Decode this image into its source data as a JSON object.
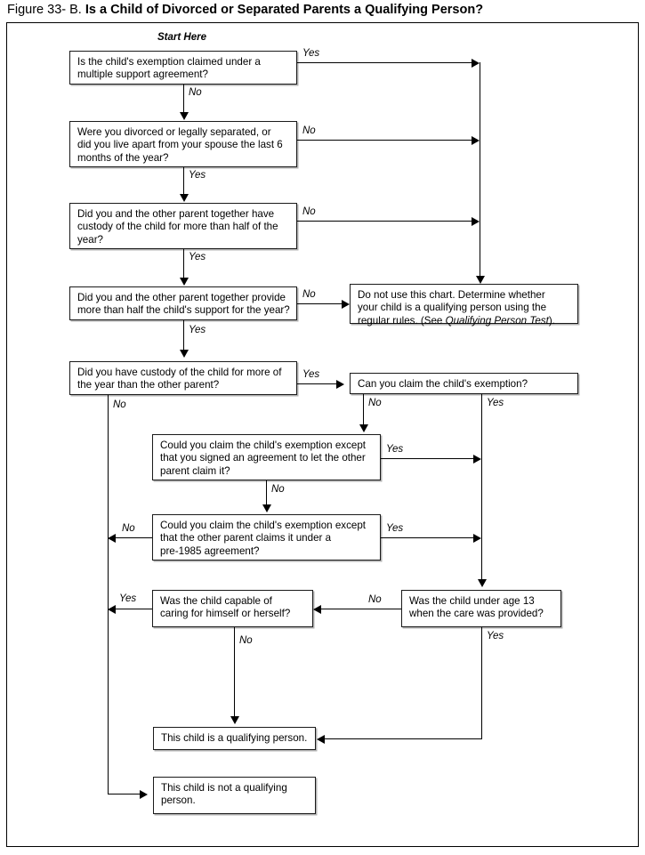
{
  "title": {
    "figure_number": "Figure 33- B.",
    "heading": "Is a Child of Divorced or Separated Parents a Qualifying Person?"
  },
  "chart_data": {
    "type": "flowchart",
    "title": "Figure 33- B. Is a Child of Divorced or Separated Parents a Qualifying Person?",
    "start_label": "Start Here",
    "nodes": [
      {
        "id": "q1",
        "kind": "decision",
        "lines": [
          "Is the child's exemption claimed under a",
          "multiple support agreement?"
        ]
      },
      {
        "id": "q2",
        "kind": "decision",
        "lines": [
          "Were you divorced or legally separated, or",
          "did you live apart from your spouse the last 6",
          "months of the year?"
        ]
      },
      {
        "id": "q3",
        "kind": "decision",
        "lines": [
          "Did you and the other parent together have",
          "custody of the child for more than half of the",
          "year?"
        ]
      },
      {
        "id": "q4",
        "kind": "decision",
        "lines": [
          "Did you and the other parent together provide",
          "more than half the child's support for the year?"
        ]
      },
      {
        "id": "q5",
        "kind": "decision",
        "lines": [
          "Did you have custody of the child for more of",
          "the year than the other parent?"
        ]
      },
      {
        "id": "q6",
        "kind": "decision",
        "lines": [
          "Can you claim the child's exemption?"
        ]
      },
      {
        "id": "q7",
        "kind": "decision",
        "lines": [
          "Could you claim the child's exemption except",
          "that you signed an agreement to let the other",
          "parent claim it?"
        ]
      },
      {
        "id": "q8",
        "kind": "decision",
        "lines": [
          "Could you claim the child's exemption except",
          "that the other parent claims it under a",
          "pre-1985 agreement?"
        ]
      },
      {
        "id": "q9",
        "kind": "decision",
        "lines": [
          "Was the child capable of",
          "caring for himself or herself?"
        ]
      },
      {
        "id": "q10",
        "kind": "decision",
        "lines": [
          "Was the child under age 13",
          "when the care was provided?"
        ]
      },
      {
        "id": "out_regular",
        "kind": "outcome",
        "lines": [
          "Do not use this chart. Determine whether",
          "your child is a qualifying person using the",
          "regular rules. (See |Qualifying Person Test|)."
        ],
        "italic_segment": "Qualifying Person Test"
      },
      {
        "id": "out_yes",
        "kind": "outcome",
        "lines": [
          "This child is a qualifying person."
        ]
      },
      {
        "id": "out_no",
        "kind": "outcome",
        "lines": [
          "This child is not a qualifying",
          "person."
        ]
      }
    ],
    "edges": [
      {
        "from": "q1",
        "to": "out_regular",
        "label": "Yes"
      },
      {
        "from": "q1",
        "to": "q2",
        "label": "No"
      },
      {
        "from": "q2",
        "to": "out_regular",
        "label": "No"
      },
      {
        "from": "q2",
        "to": "q3",
        "label": "Yes"
      },
      {
        "from": "q3",
        "to": "out_regular",
        "label": "No"
      },
      {
        "from": "q3",
        "to": "q4",
        "label": "Yes"
      },
      {
        "from": "q4",
        "to": "out_regular",
        "label": "No"
      },
      {
        "from": "q4",
        "to": "q5",
        "label": "Yes"
      },
      {
        "from": "q5",
        "to": "q6",
        "label": "Yes"
      },
      {
        "from": "q5",
        "to": "out_no",
        "label": "No"
      },
      {
        "from": "q6",
        "to": "q7",
        "label": "No"
      },
      {
        "from": "q6",
        "to": "q10",
        "label": "Yes"
      },
      {
        "from": "q7",
        "to": "q10",
        "label": "Yes"
      },
      {
        "from": "q7",
        "to": "q8",
        "label": "No"
      },
      {
        "from": "q8",
        "to": "q10",
        "label": "Yes"
      },
      {
        "from": "q8",
        "to": "out_no",
        "label": "No"
      },
      {
        "from": "q10",
        "to": "q9",
        "label": "No"
      },
      {
        "from": "q10",
        "to": "out_yes",
        "label": "Yes"
      },
      {
        "from": "q9",
        "to": "out_no",
        "label": "Yes"
      },
      {
        "from": "q9",
        "to": "out_yes",
        "label": "No"
      }
    ]
  },
  "labels": {
    "yes": "Yes",
    "no": "No"
  }
}
